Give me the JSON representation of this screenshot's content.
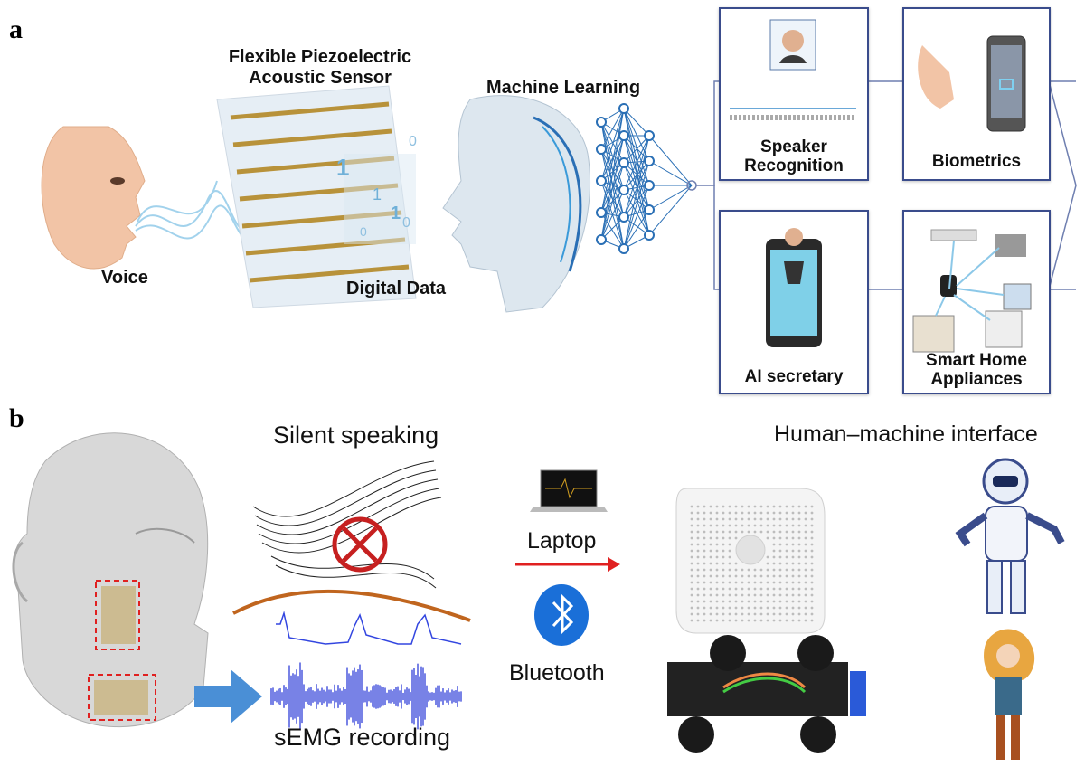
{
  "panel_a": {
    "letter": "a",
    "sensor_label_line1": "Flexible Piezoelectric",
    "sensor_label_line2": "Acoustic Sensor",
    "voice_label": "Voice",
    "digital_data_label": "Digital Data",
    "ml_label": "Machine Learning",
    "applications": [
      {
        "label_line1": "Speaker",
        "label_line2": "Recognition"
      },
      {
        "label_line1": "Biometrics",
        "label_line2": ""
      },
      {
        "label_line1": "AI secretary",
        "label_line2": ""
      },
      {
        "label_line1": "Smart Home",
        "label_line2": "Appliances"
      }
    ],
    "binary_digits": [
      "1",
      "0",
      "1",
      "0",
      "1",
      "0"
    ]
  },
  "panel_b": {
    "letter": "b",
    "silent_label": "Silent speaking",
    "semg_label": "sEMG recording",
    "laptop_label": "Laptop",
    "bluetooth_label": "Bluetooth",
    "hmi_label": "Human–machine interface"
  },
  "colors": {
    "box_border": "#3a4c8c",
    "arrow_red": "#e02020",
    "emg_blue": "#1f2fd6",
    "emg_light": "#3346e0",
    "curve_orange": "#c0651e",
    "bluetooth_blue": "#1a6fd8",
    "sensor_gold": "#b8923a",
    "dash_red": "#e02020"
  }
}
